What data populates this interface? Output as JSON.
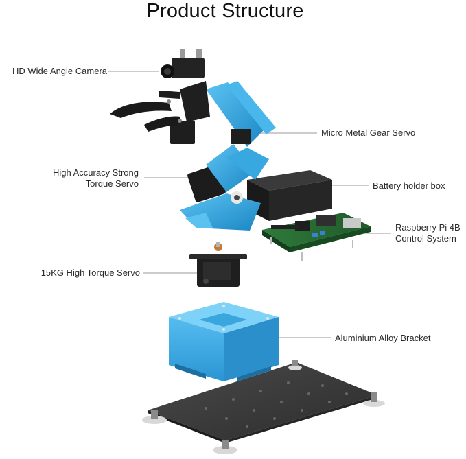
{
  "title": "Product Structure",
  "labels": {
    "camera": "HD Wide Angle Camera",
    "micro_servo": "Micro Metal Gear Servo",
    "strong_servo_line1": "High Accuracy Strong",
    "strong_servo_line2": "Torque Servo",
    "battery": "Battery holder box",
    "pi_line1": "Raspberry Pi 4B",
    "pi_line2": "Control System",
    "servo15": "15KG High Torque Servo",
    "bracket": "Aluminium Alloy Bracket"
  },
  "colors": {
    "anodized_blue": "#2a9fdc",
    "dark_part": "#1f1f1f",
    "pcb_green": "#2f6b35",
    "base_plate": "#3a3a3a"
  }
}
